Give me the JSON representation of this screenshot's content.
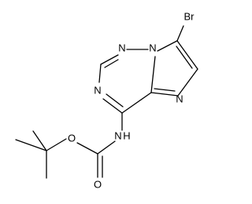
{
  "molecule": {
    "atoms": {
      "br": "Br",
      "n_bridge": "N",
      "n_upper": "N",
      "n_left": "N",
      "n_imid": "N",
      "n_amide": "N",
      "h_amide": "H",
      "o_ester": "O",
      "o_carbonyl": "O"
    }
  }
}
